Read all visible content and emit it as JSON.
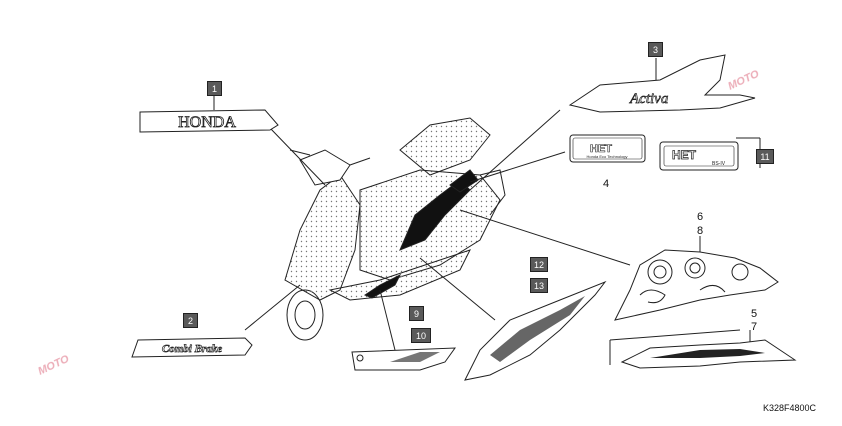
{
  "diagram": {
    "drawing_code": "K328F4800C",
    "callouts": [
      {
        "id": "1"
      },
      {
        "id": "2"
      },
      {
        "id": "3"
      },
      {
        "id": "4"
      },
      {
        "id": "5"
      },
      {
        "id": "6"
      },
      {
        "id": "7"
      },
      {
        "id": "8"
      },
      {
        "id": "9"
      },
      {
        "id": "10"
      },
      {
        "id": "11"
      },
      {
        "id": "12"
      },
      {
        "id": "13"
      }
    ],
    "stripe_labels": {
      "honda": "HONDA",
      "combi_brake": "Combi Brake",
      "activa": "Activa",
      "het": "HET",
      "het_sub": "Honda Eco Technology",
      "het_large": "HET",
      "het_large_sub": "BS-IV"
    },
    "watermark": "MOTO"
  }
}
